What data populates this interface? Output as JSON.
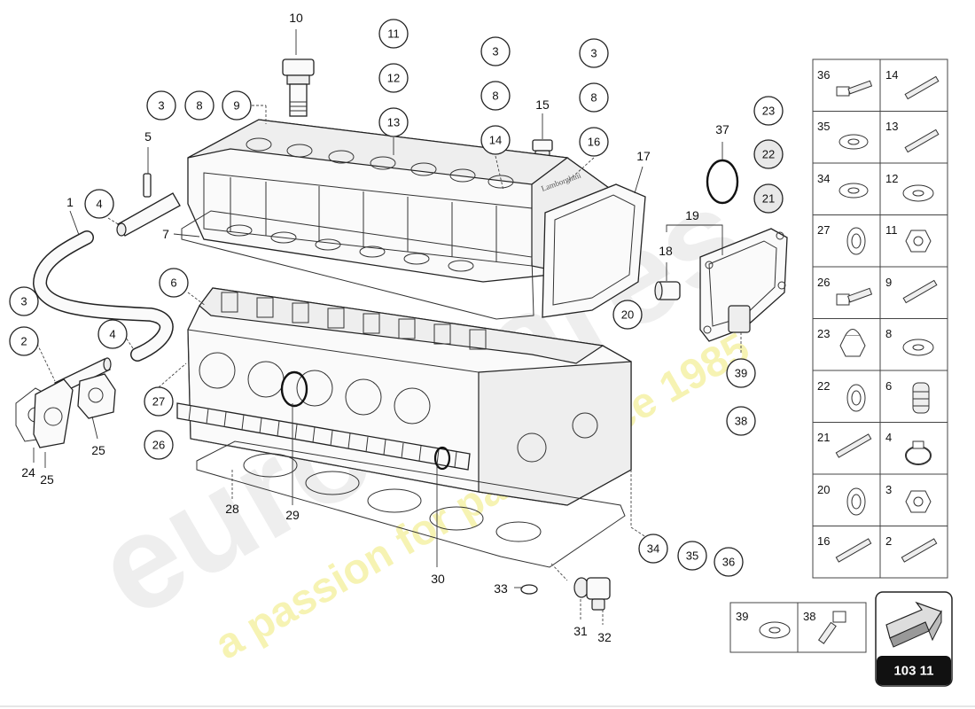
{
  "callouts": {
    "c10": "10",
    "c11": "11",
    "c12": "12",
    "c13": "13",
    "c3a": "3",
    "c8a": "8",
    "c14a": "14",
    "c3b": "3",
    "c8b": "8",
    "c16": "16",
    "c15": "15",
    "c17": "17",
    "c37": "37",
    "c23": "23",
    "c22": "22",
    "c21": "21",
    "c3c": "3",
    "c8c": "8",
    "c9": "9",
    "c5": "5",
    "c1": "1",
    "c4a": "4",
    "c7": "7",
    "c19": "19",
    "c18": "18",
    "c20": "20",
    "c6": "6",
    "c3d": "3",
    "c2": "2",
    "c4b": "4",
    "c39": "39",
    "c38": "38",
    "c27": "27",
    "c26": "26",
    "c24": "24",
    "c25a": "25",
    "c25b": "25",
    "c28": "28",
    "c29": "29",
    "c30": "30",
    "c34": "34",
    "c35": "35",
    "c36": "36",
    "c33": "33",
    "c31": "31",
    "c32": "32"
  },
  "legend": {
    "cells": [
      {
        "left": "36",
        "right": "14"
      },
      {
        "left": "35",
        "right": "13"
      },
      {
        "left": "34",
        "right": "12"
      },
      {
        "left": "27",
        "right": "11"
      },
      {
        "left": "26",
        "right": "9"
      },
      {
        "left": "23",
        "right": "8"
      },
      {
        "left": "22",
        "right": "6"
      },
      {
        "left": "21",
        "right": "4"
      },
      {
        "left": "20",
        "right": "3"
      },
      {
        "left": "16",
        "right": "2"
      }
    ],
    "bottom": {
      "left": "39",
      "right": "38"
    }
  },
  "page_ref": "103 11",
  "engraving": "Lamborghini",
  "watermark": {
    "brand": "eurospares",
    "slogan": "a passion for parts since 1985"
  }
}
